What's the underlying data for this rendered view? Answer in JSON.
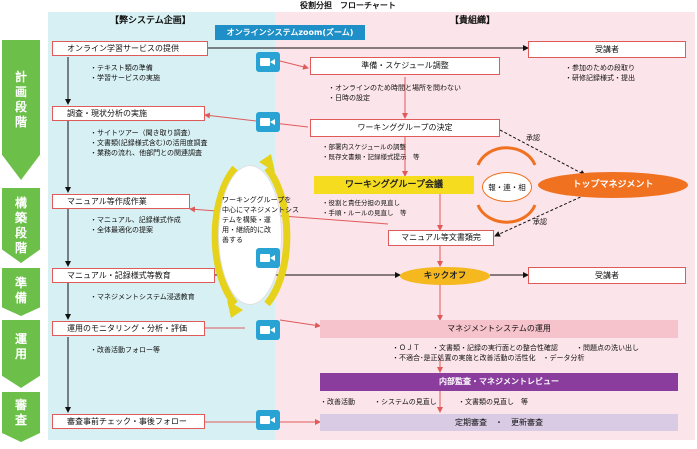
{
  "title": "役割分担　フローチャート",
  "left_header": "【弊システム企画】",
  "right_header": "【貴組織】",
  "online_system": "オンラインシステムzoom(ズーム)",
  "stages": [
    {
      "label": "計\n画\n段\n階"
    },
    {
      "label": "構\n築\n段\n階"
    },
    {
      "label": "準\n備"
    },
    {
      "label": "運\n用"
    },
    {
      "label": "審\n査"
    }
  ],
  "left": {
    "b1": "オンライン学習サービスの提供",
    "b1_notes": [
      "・テキスト類の準備",
      "・学習サービスの実施"
    ],
    "b2": "調査・現状分析の実施",
    "b2_notes": [
      "・サイトツアー（聞き取り調査）",
      "・文書類(記録様式含む)の活用度調査",
      "・業務の流れ、他部門との関連調査"
    ],
    "b3": "マニュアル等作成作業",
    "b3_notes": [
      "・マニュアル、記録様式作成",
      "・全体最適化の提案"
    ],
    "b4": "マニュアル・記録様式等教育",
    "b4_notes": [
      "・マネジメントシステム浸透教育"
    ],
    "b5": "運用のモニタリング・分析・評価",
    "b5_notes": [
      "・改善活動フォロー等"
    ],
    "b6": "審査事前チェック・事後フォロー"
  },
  "center_oval": [
    "ワーキンググループを",
    "中心にマネジメントシス",
    "テムを構築・運",
    "用・継続的に改",
    "善する"
  ],
  "right": {
    "jukosha1": "受講者",
    "jukosha1_notes": [
      "・参加のための段取り",
      "・研修記録様式・提出"
    ],
    "schedule": "準備・スケジュール調整",
    "schedule_notes": [
      "・オンラインのため時間と場所を問わない",
      "・日時の設定"
    ],
    "wg_decide": "ワーキンググループの決定",
    "wg_decide_notes": [
      "・部署内スケジュールの調整",
      "・既存文書類・記録様式提示　等"
    ],
    "wg_meeting": "ワーキンググループ会議",
    "wg_notes": [
      "・役割と責任分担の見直し",
      "・手順・ルールの見直し　等"
    ],
    "report": "報・連・相",
    "approval1": "承認",
    "approval2": "承認",
    "top_mgmt": "トップマネジメント",
    "manual_final": "マニュアル等文書類完",
    "kickoff": "キックオフ",
    "jukosha2": "受講者",
    "ms_operation": "マネジメントシステムの運用",
    "ms_notes1": [
      "・ＯＪＴ",
      "・文書類・記録の実行面との整合性確認",
      "・問題点の洗い出し"
    ],
    "ms_notes2": "・不適合･是正処置の実施と改善活動の活性化　・データ分析",
    "internal_audit": "内部監査・マネジメントレビュー",
    "audit_notes": [
      "・改善活動",
      "・システムの見直し",
      "・文書類の見直し　等"
    ],
    "regular_audit": "定期審査　・　更新審査"
  },
  "colors": {
    "stage_green": "#6cc04a",
    "left_bg": "#d7f0f3",
    "right_bg": "#fbe4ea",
    "online_blue": "#1f8fc7",
    "wg_yellow": "#f5dc1f",
    "orange": "#f0711f",
    "purple": "#8a3d9c",
    "border_red": "#e05a5a"
  }
}
